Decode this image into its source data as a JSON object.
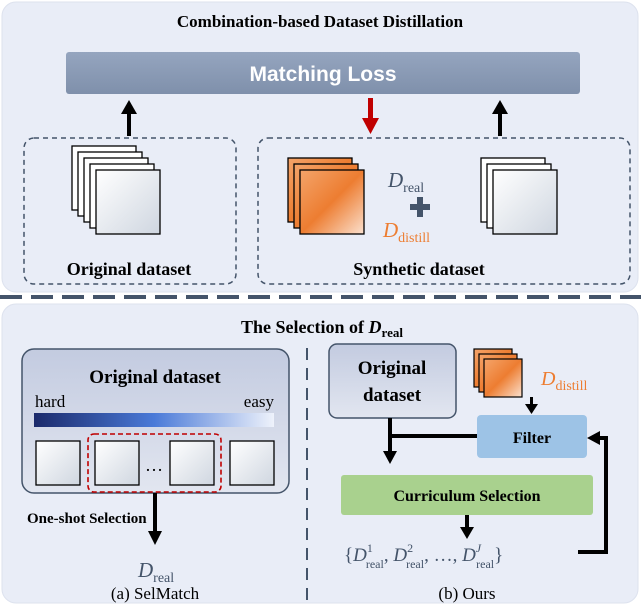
{
  "top_panel": {
    "title": "Combination-based Dataset Distillation",
    "matching_loss": "Matching Loss",
    "original_label": "Original dataset",
    "synthetic_label": "Synthetic dataset",
    "d_symbol": "D",
    "real_sub": "real",
    "distill_sub": "distill"
  },
  "bottom_panel": {
    "title_prefix": "The Selection of ",
    "title_d": "D",
    "title_sub": "real",
    "left": {
      "title": "Original dataset",
      "hard": "hard",
      "easy": "easy",
      "ellipsis": "…",
      "selection_label": "One-shot Selection",
      "d": "D",
      "d_sub": "real",
      "caption": "(a) SelMatch"
    },
    "right": {
      "original_line1": "Original",
      "original_line2": "dataset",
      "d": "D",
      "d_sub": "distill",
      "filter": "Filter",
      "curriculum": "Curriculum Selection",
      "set_open": "{",
      "set_close": "}",
      "sup1": "1",
      "sup2": "2",
      "supJ": "J",
      "sub_real": "real",
      "dots": ", …, ",
      "caption": "(b) Ours"
    }
  },
  "colors": {
    "panel_bg": "#e9edf7",
    "matching_bar": "#8496b0",
    "accent_orange": "#ed7d31",
    "red_arrow": "#c00000",
    "filter_box": "#9dc3e6",
    "curriculum_box": "#a9d18e",
    "text_dark": "#44546a"
  }
}
